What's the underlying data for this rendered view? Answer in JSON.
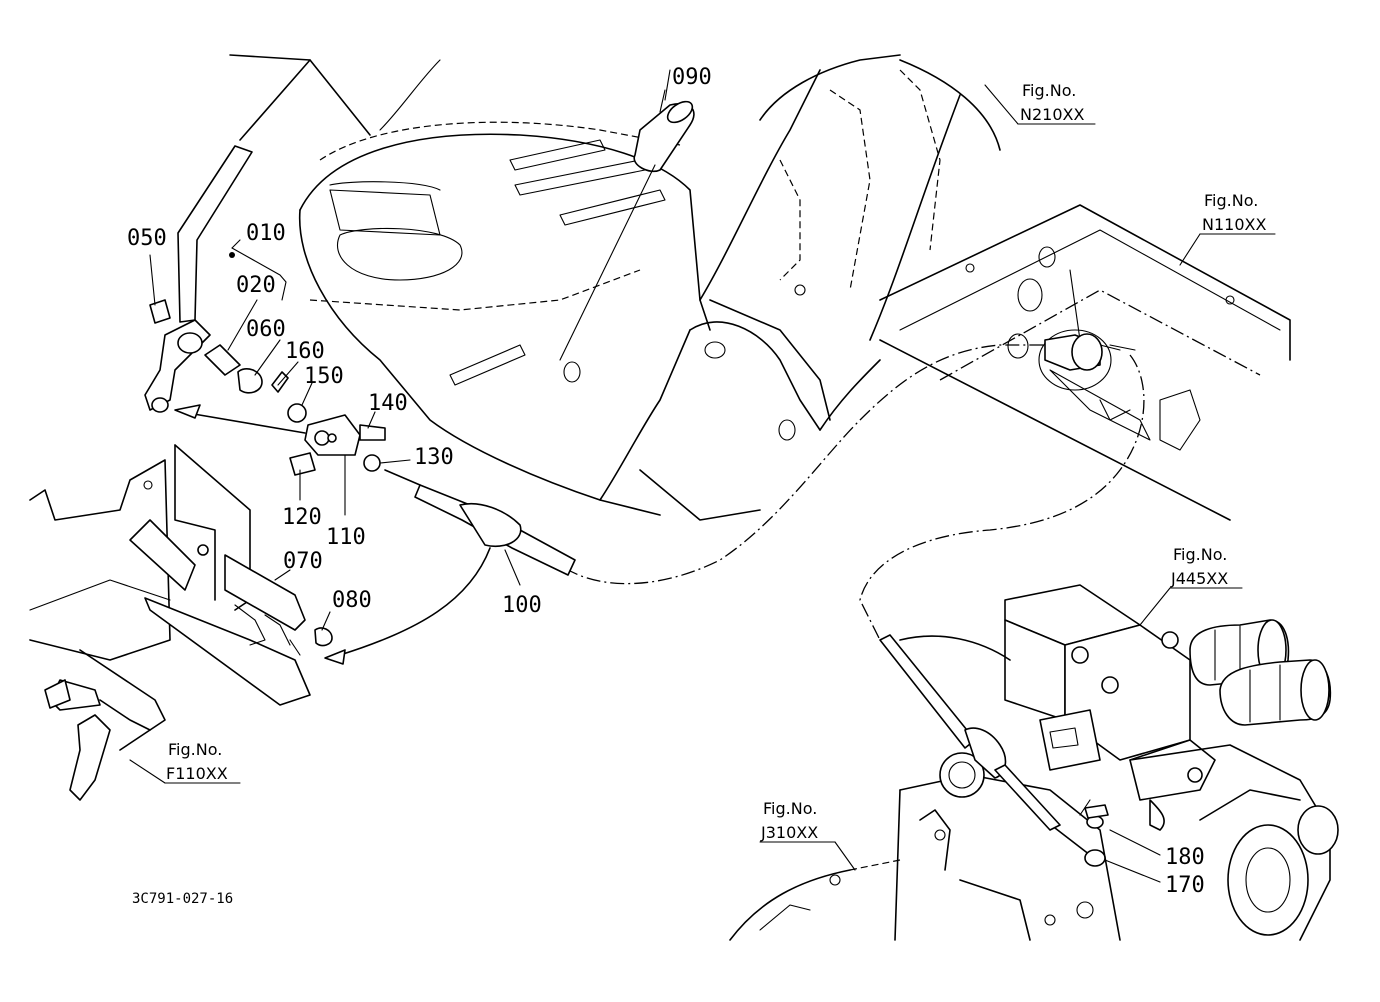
{
  "part_labels": {
    "p010": "010",
    "p020": "020",
    "p050": "050",
    "p060": "060",
    "p070": "070",
    "p080": "080",
    "p090": "090",
    "p100": "100",
    "p110": "110",
    "p120": "120",
    "p130": "130",
    "p140": "140",
    "p150": "150",
    "p160": "160",
    "p170": "170",
    "p180": "180"
  },
  "figure_refs": {
    "n210": {
      "title": "Fig.No.",
      "code": "N210XX"
    },
    "n110": {
      "title": "Fig.No.",
      "code": "N110XX"
    },
    "j445": {
      "title": "Fig.No.",
      "code": "J445XX"
    },
    "j310": {
      "title": "Fig.No.",
      "code": "J310XX"
    },
    "f110": {
      "title": "Fig.No.",
      "code": "F110XX"
    }
  },
  "drawing_code": "3C791-027-16"
}
